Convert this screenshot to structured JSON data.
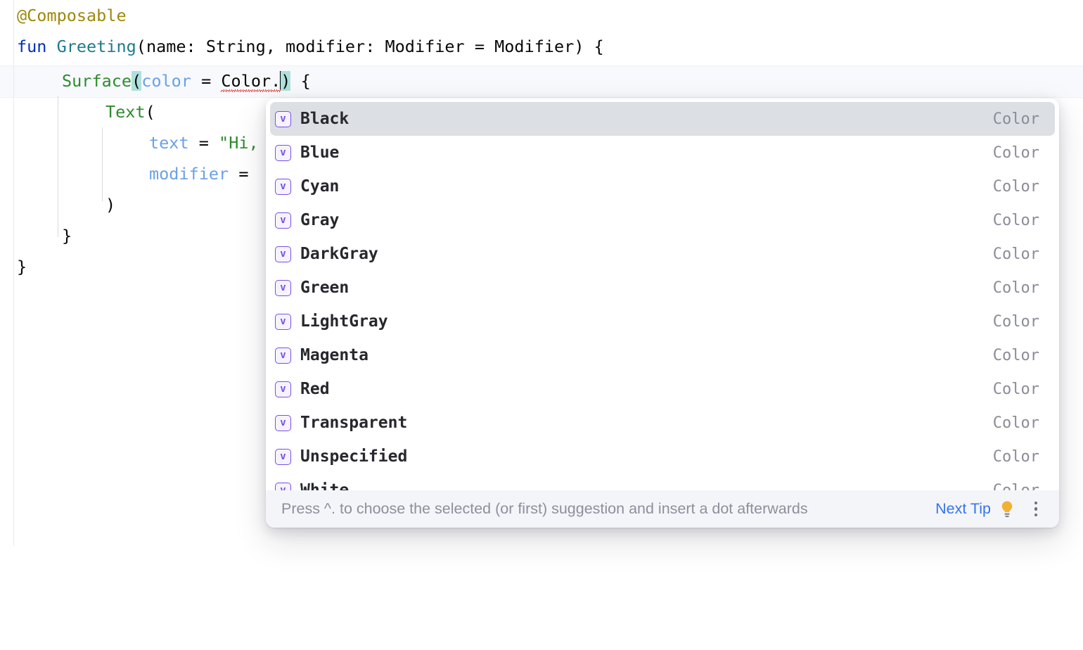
{
  "editor": {
    "language": "kotlin",
    "lines": [
      "@Composable",
      "fun Greeting(name: String, modifier: Modifier = Modifier) {",
      "    Surface(color = Color.) {",
      "        Text(",
      "            text = \"Hi,",
      "            modifier =",
      "        )",
      "    }",
      "}"
    ],
    "tokens": {
      "annotation": "@Composable",
      "kw_fun": "fun",
      "fn_name": "Greeting",
      "signature": "(name: String, modifier: Modifier = Modifier) {",
      "surface_call": "Surface",
      "open_paren": "(",
      "arg_color_name": "color",
      "equals": " = ",
      "receiver": "Color.",
      "close_paren": ")",
      "brace_open": " {",
      "text_call": "Text",
      "text_open_paren": "(",
      "arg_text": "text",
      "arg_text_eq": " = ",
      "arg_text_value": "\"Hi,",
      "arg_modifier": "modifier",
      "arg_modifier_eq": " =",
      "close_call_paren": ")",
      "brace_close_inner": "}",
      "brace_close_outer": "}"
    },
    "colors": {
      "annotation": "#9e880d",
      "keyword": "#0033b3",
      "function_declaration": "#1f7a8c",
      "function_call": "#2e8b2e",
      "named_argument": "#6aa1e8",
      "string": "#2e8b2e",
      "plain": "#080808",
      "matching_brace_highlight": "#aee0dc",
      "error_squiggle": "#e53935",
      "current_line": "#f7f9fc"
    }
  },
  "completion_popup": {
    "selected_index": 0,
    "icon_glyph": "v",
    "icon_name": "property-value-icon",
    "items": [
      {
        "label": "Black",
        "type": "Color"
      },
      {
        "label": "Blue",
        "type": "Color"
      },
      {
        "label": "Cyan",
        "type": "Color"
      },
      {
        "label": "Gray",
        "type": "Color"
      },
      {
        "label": "DarkGray",
        "type": "Color"
      },
      {
        "label": "Green",
        "type": "Color"
      },
      {
        "label": "LightGray",
        "type": "Color"
      },
      {
        "label": "Magenta",
        "type": "Color"
      },
      {
        "label": "Red",
        "type": "Color"
      },
      {
        "label": "Transparent",
        "type": "Color"
      },
      {
        "label": "Unspecified",
        "type": "Color"
      },
      {
        "label": "White",
        "type": "Color"
      }
    ],
    "hint_bar": {
      "message": "Press ^. to choose the selected (or first) suggestion and insert a dot afterwards",
      "next_tip_label": "Next Tip",
      "bulb_icon": "lightbulb-icon",
      "overflow_icon": "more-options-icon"
    },
    "colors": {
      "selected_row": "#dcdfe4",
      "icon_border": "#7a4fe8",
      "icon_fill": "#f6f3fe",
      "label_text": "#27282e",
      "type_text": "#8a8d99",
      "hint_background": "#f4f5f9",
      "hint_text": "#8d8f9c",
      "link": "#3574f0",
      "bulb": "#f2b230"
    }
  }
}
